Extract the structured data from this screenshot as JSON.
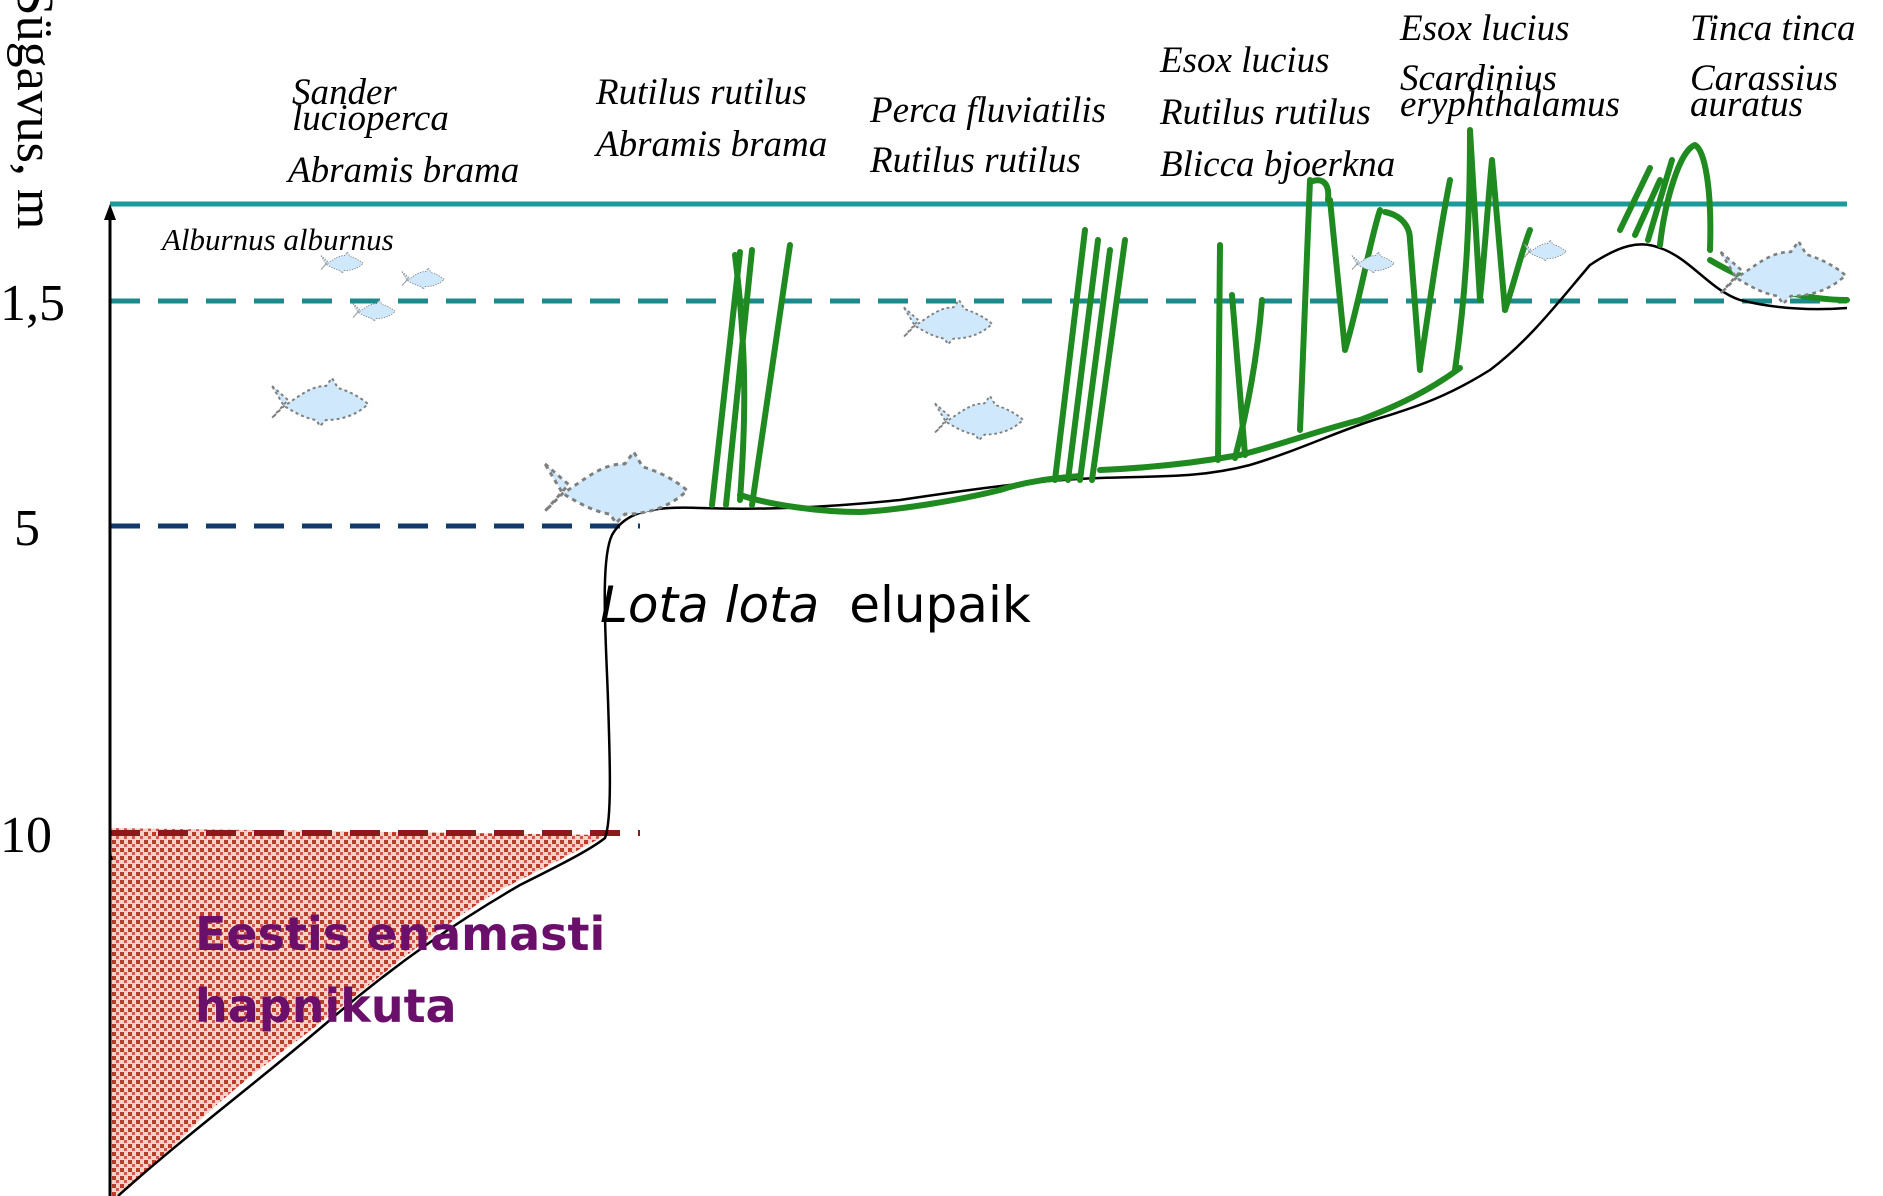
{
  "axis": {
    "title": "Sügavus, m",
    "ticks": [
      "1,5",
      "5",
      "10"
    ]
  },
  "zone_note": [
    "Eestis enamasti",
    "hapnikuta"
  ],
  "habitat_label": {
    "species": "Lota lota",
    "word": "elupaik"
  },
  "species_groups": [
    {
      "zone": "deep-open-water",
      "names": [
        "Sander",
        "lucioperca",
        "Abramis brama"
      ]
    },
    {
      "zone": "surface",
      "names": [
        "Alburnus alburnus"
      ]
    },
    {
      "zone": "upper-slope",
      "names": [
        "Rutilus rutilus",
        "Abramis brama"
      ]
    },
    {
      "zone": "shallow-shelf",
      "names": [
        "Perca fluviatilis",
        "Rutilus rutilus"
      ]
    },
    {
      "zone": "reed-edge",
      "names": [
        "Esox lucius",
        "Rutilus rutilus",
        "Blicca bjoerkna"
      ]
    },
    {
      "zone": "dense-reeds",
      "names": [
        "Esox lucius",
        "Scardinius",
        "eryphthalamus"
      ]
    },
    {
      "zone": "shore",
      "names": [
        "Tinca tinca",
        "Carassius",
        "auratus"
      ]
    }
  ],
  "colors": {
    "water_surface": "#1a9a9a",
    "depth_1_5_line": "#1a8a8a",
    "depth_5_line": "#123a6b",
    "depth_10_line": "#8b1a1a",
    "anoxic_fill": "#c0392b",
    "reeds": "#1f8a1f",
    "fish": "#cfe8fb",
    "zone_note_text": "#6a0f6a"
  }
}
